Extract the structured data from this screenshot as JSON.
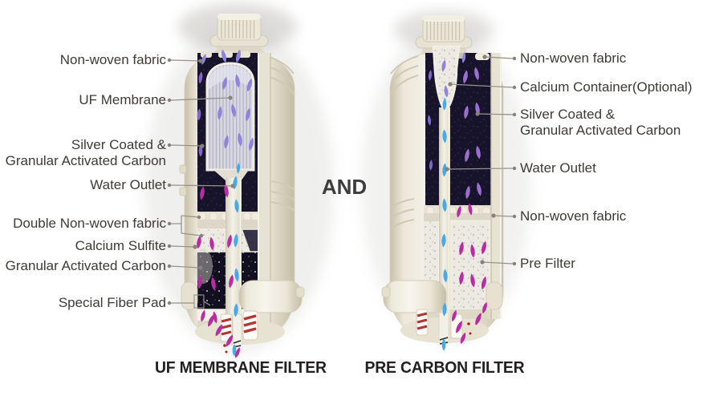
{
  "connector": {
    "label": "AND"
  },
  "filters": [
    {
      "title": "UF MEMBRANE FILTER",
      "labels": [
        {
          "text": "Non-woven fabric"
        },
        {
          "text": "UF Membrane"
        },
        {
          "text": "Silver Coated &\nGranular Activated Carbon"
        },
        {
          "text": "Water Outlet"
        },
        {
          "text": "Double Non-woven fabric"
        },
        {
          "text": "Calcium Sulfite"
        },
        {
          "text": "Granular Activated Carbon"
        },
        {
          "text": "Special Fiber Pad"
        }
      ]
    },
    {
      "title": "PRE CARBON FILTER",
      "labels": [
        {
          "text": "Non-woven fabric"
        },
        {
          "text": "Calcium Container(Optional)"
        },
        {
          "text": "Silver Coated &\nGranular Activated Carbon"
        },
        {
          "text": "Water Outlet"
        },
        {
          "text": "Non-woven fabric"
        },
        {
          "text": "Pre Filter"
        }
      ]
    }
  ],
  "colors": {
    "background": "#ffffff",
    "bottle_cream": "#ece8db",
    "interior_dark": "#16132a",
    "droplet_purple": "#8f84d8",
    "droplet_magenta": "#b82da0",
    "droplet_blue": "#49a9e5",
    "nozzle_stripe_red": "#b23434",
    "label_text": "#3e3a35",
    "title_text": "#242020"
  }
}
